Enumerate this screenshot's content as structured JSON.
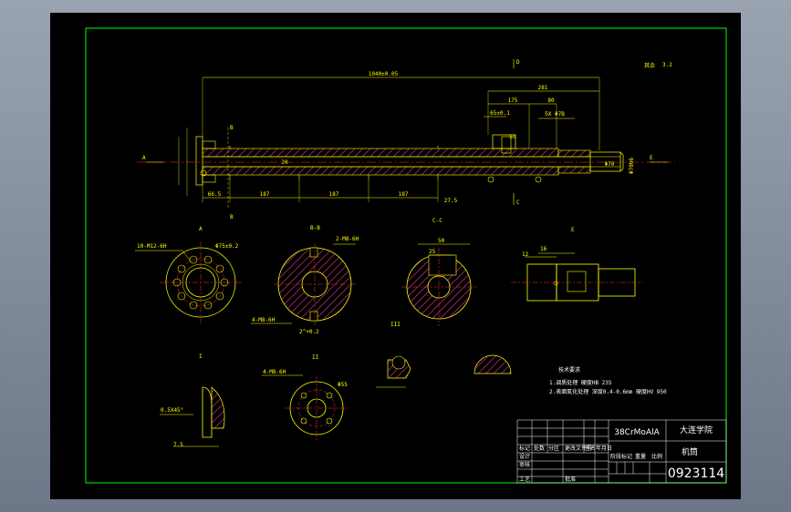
{
  "title_block": {
    "material": "38CrMoAlA",
    "school": "大连学院",
    "part_name": "机筒",
    "drawing_no": "0923114"
  },
  "labels": {
    "overall_length": "1040±0.05",
    "dim_281": "281",
    "dim_175": "175",
    "dim_80": "80",
    "dim_65": "65±0.1",
    "dim_m5": "5X Φ7B",
    "dim_50": "50",
    "dim_20": "20",
    "dim_187a": "187",
    "dim_187b": "187",
    "dim_187c": "187",
    "dim_66": "66.5",
    "dim_275": "27.5",
    "dim_70": "Φ70",
    "dim_phi_right": "Φ70h6",
    "section_a": "A",
    "section_e": "E",
    "section_b": "B",
    "section_c": "C",
    "section_d": "D",
    "roughness_top": "其余",
    "view_aa": "A",
    "aa_note1": "10-M12-6H",
    "aa_note2": "Φ75±0.2",
    "view_bb": "B-B",
    "bb_note": "2-M8-6H",
    "bb_dim": "2^+0.2",
    "bb_m8": "4-M8-6H",
    "view_cc": "C-C",
    "cc_50": "50",
    "cc_25": "25",
    "view_e": "E",
    "e_16": "16",
    "e_12": "12",
    "view_i": "I",
    "view_ii": "II",
    "view_iii": "III",
    "d1_note": "0.5X45°",
    "d1_75": "7.5",
    "d2_note": "4-M8-6H",
    "d2_phi": "Φ55",
    "tech_title": "技术要求",
    "tech_1": "1.调质处理 硬度HB 235",
    "tech_2": "2.表面氮化处理 深度0.4-0.6mm 硬度HV 950",
    "tb_cells": [
      "标记",
      "处数",
      "分区",
      "更改文件号",
      "签名",
      "年月日",
      "设计",
      "审核",
      "工艺",
      "批准",
      "比例",
      "重量",
      "阶段标记"
    ]
  },
  "colors": {
    "line": "#ffff00",
    "hatch": "#b0306a",
    "center": "#ff3030",
    "frame": "#00ff00",
    "white": "#ffffff"
  }
}
